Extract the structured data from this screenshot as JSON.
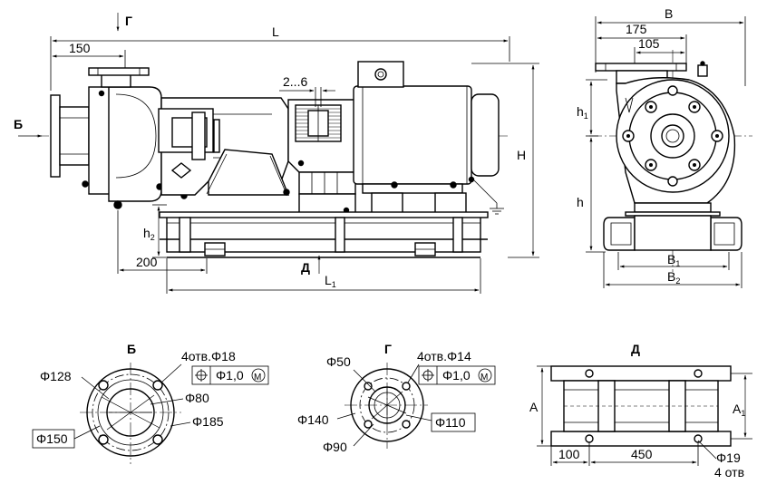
{
  "labels": {
    "main": {
      "dim_L": "L",
      "dim_150": "150",
      "dim_2_6": "2...6",
      "dim_H": "H",
      "dim_h2": "h",
      "dim_h2_sub": "2",
      "dim_200": "200",
      "dim_L1": "L",
      "dim_L1_sub": "1",
      "view_B": "Б",
      "view_G": "Г",
      "view_D": "Д"
    },
    "side": {
      "dim_B": "B",
      "dim_175": "175",
      "dim_105": "105",
      "dim_h1": "h",
      "dim_h1_sub": "1",
      "dim_h": "h",
      "dim_B1": "B",
      "dim_B1_sub": "1",
      "dim_B2": "B",
      "dim_B2_sub": "2"
    },
    "flange_b": {
      "title": "Б",
      "holes": "4отв.Φ18",
      "tol_tolerance": "Φ1,0",
      "tol_mod": "M",
      "d128": "Φ128",
      "d80": "Φ80",
      "d185": "Φ185",
      "d150": "Φ150"
    },
    "flange_g": {
      "title": "Г",
      "holes": "4отв.Φ14",
      "tol_tolerance": "Φ1,0",
      "tol_mod": "M",
      "d50": "Φ50",
      "d140": "Φ140",
      "d110": "Φ110",
      "d90": "Φ90"
    },
    "frame_d": {
      "title": "Д",
      "dim_A": "A",
      "dim_A1": "A",
      "dim_A1_sub": "1",
      "dim_100": "100",
      "dim_450": "450",
      "holes": "Φ19",
      "holes_count": "4 отв"
    }
  },
  "icons": {
    "position_tolerance": "position-tolerance-icon",
    "max_material_modifier": "max-material-modifier-icon",
    "view_arrow": "view-arrow-icon",
    "ground": "ground-icon"
  }
}
